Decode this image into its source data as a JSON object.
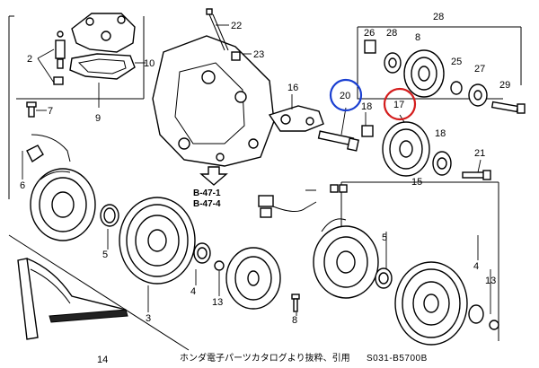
{
  "diagram": {
    "callouts": {
      "n2": "2",
      "n3": "3",
      "n4a": "4",
      "n4b": "4",
      "n5a": "5",
      "n5b": "5",
      "n6": "6",
      "n7": "7",
      "n8": "8",
      "n9": "9",
      "n10": "10",
      "n13a": "13",
      "n13b": "13",
      "n14": "14",
      "n15": "15",
      "n16": "16",
      "n17": "17",
      "n18": "18",
      "n20": "20",
      "n21": "21",
      "n22": "22",
      "n23": "23",
      "n25": "25",
      "n26": "26",
      "n27": "27",
      "n28": "28",
      "n29": "29"
    },
    "reference": {
      "line1": "B-47-1",
      "line2": "B-47-4"
    },
    "highlights": {
      "circle_20_color": "#1a3fd1",
      "circle_17_color": "#d41c1c"
    },
    "footer": {
      "credit": "ホンダ電子パーツカタログより抜粋、引用",
      "code": "S031-B5700B"
    }
  }
}
